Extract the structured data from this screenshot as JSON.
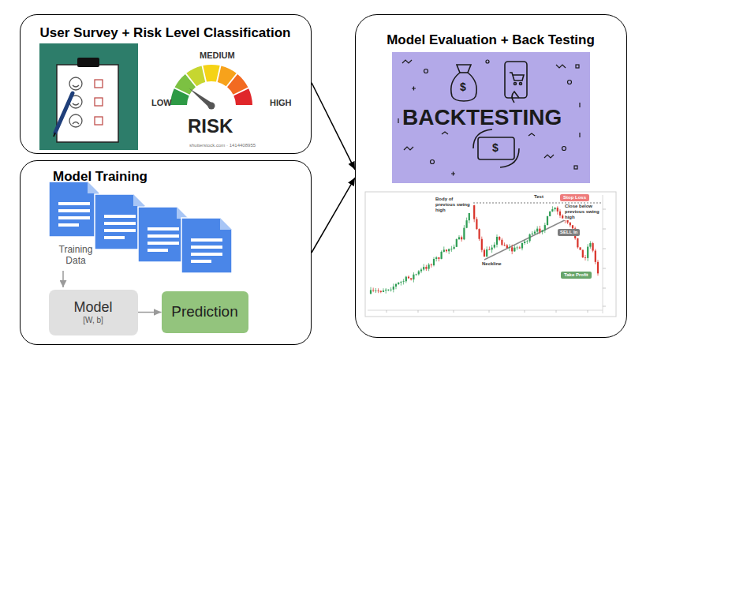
{
  "diagram": {
    "nodes": [
      {
        "text": [
          "User Survey + Risk Level Classification"
        ]
      },
      {
        "text": [
          "Model Training"
        ]
      },
      {
        "text": [
          "Model",
          "[W, b]"
        ],
        "in": 1
      },
      {
        "text": [
          "Prediction"
        ],
        "in": 1
      },
      {
        "text": [
          "Model Evaluation + Back Testing"
        ]
      }
    ],
    "edges": [
      {
        "from": 0,
        "to": 4,
        "arrow": "to"
      },
      {
        "from": 1,
        "to": 4,
        "arrow": "to"
      },
      {
        "from": 2,
        "to": 3,
        "arrow": "to"
      }
    ],
    "labels": [
      "MEDIUM",
      "LOW",
      "HIGH",
      "RISK",
      "shutterstock.com · 1414408955",
      "Training Data",
      "BACKTESTING",
      "$",
      "$",
      "Body of previous swing high",
      "Test",
      "Stop Loss",
      "Close below previous swing high",
      "Neckline",
      "SELL In",
      "Take Profit"
    ]
  }
}
